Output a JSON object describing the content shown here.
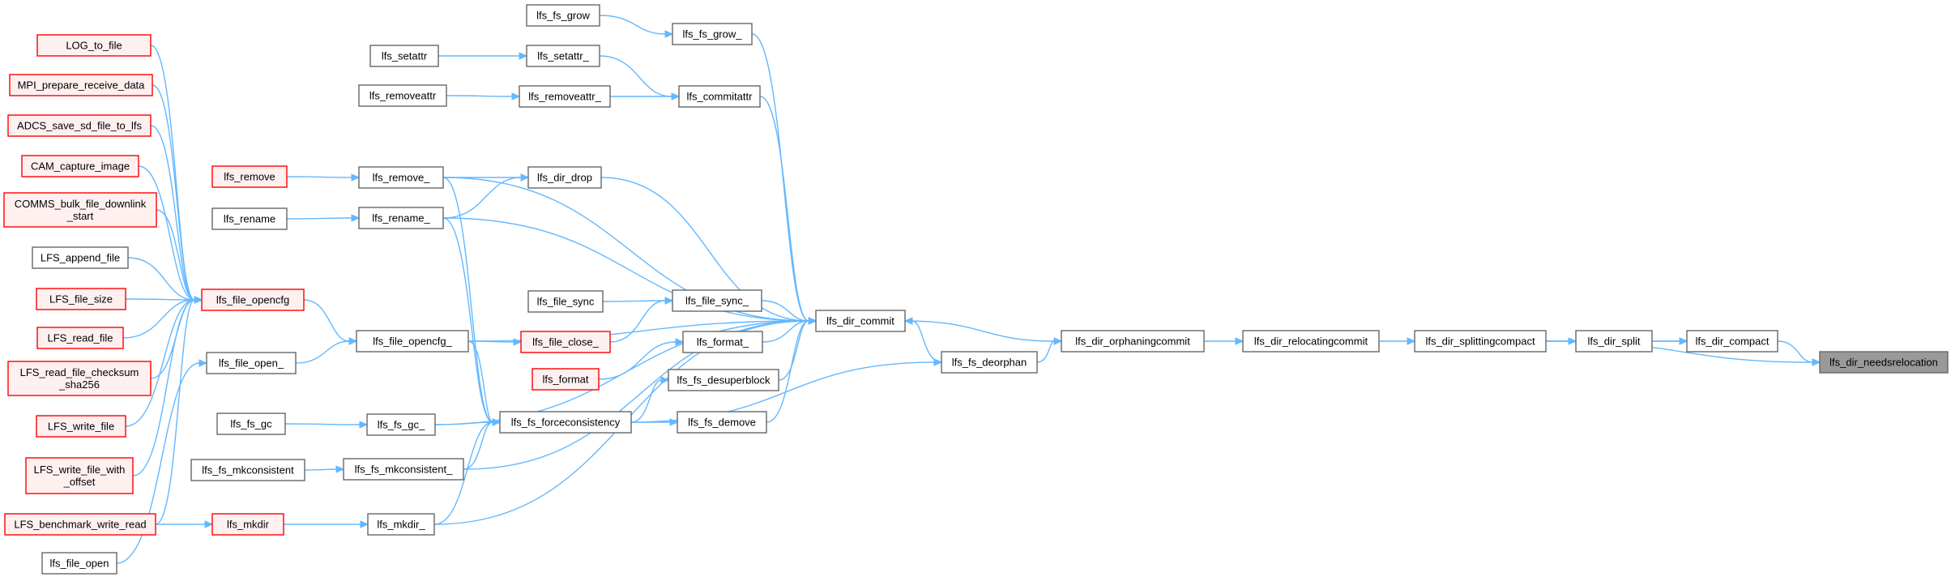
{
  "colors": {
    "edge": "#63b8ff",
    "node_border": "#666666",
    "red_border": "#ff0000",
    "red_fill": "#fff0f0",
    "root_fill": "#999999"
  },
  "nodes": {
    "log_to_file": {
      "label": [
        "LOG_to_file"
      ],
      "style": "red"
    },
    "mpi_prepare": {
      "label": [
        "MPI_prepare_receive_data"
      ],
      "style": "red"
    },
    "adcs_save": {
      "label": [
        "ADCS_save_sd_file_to_lfs"
      ],
      "style": "red"
    },
    "cam_capture": {
      "label": [
        "CAM_capture_image"
      ],
      "style": "red"
    },
    "comms_bulk": {
      "label": [
        "COMMS_bulk_file_downlink",
        "_start"
      ],
      "style": "red"
    },
    "lfs_append_file": {
      "label": [
        "LFS_append_file"
      ],
      "style": "normal"
    },
    "lfs_file_size": {
      "label": [
        "LFS_file_size"
      ],
      "style": "red"
    },
    "lfs_read_file": {
      "label": [
        "LFS_read_file"
      ],
      "style": "red"
    },
    "lfs_read_checksum": {
      "label": [
        "LFS_read_file_checksum",
        "_sha256"
      ],
      "style": "red"
    },
    "lfs_write_file": {
      "label": [
        "LFS_write_file"
      ],
      "style": "red"
    },
    "lfs_write_offset": {
      "label": [
        "LFS_write_file_with",
        "_offset"
      ],
      "style": "red"
    },
    "lfs_benchmark": {
      "label": [
        "LFS_benchmark_write_read"
      ],
      "style": "red"
    },
    "lfs_file_open": {
      "label": [
        "lfs_file_open"
      ],
      "style": "normal"
    },
    "lfs_fs_grow": {
      "label": [
        "lfs_fs_grow"
      ],
      "style": "normal"
    },
    "lfs_setattr": {
      "label": [
        "lfs_setattr"
      ],
      "style": "normal"
    },
    "lfs_removeattr": {
      "label": [
        "lfs_removeattr"
      ],
      "style": "normal"
    },
    "lfs_remove": {
      "label": [
        "lfs_remove"
      ],
      "style": "red"
    },
    "lfs_rename": {
      "label": [
        "lfs_rename"
      ],
      "style": "normal"
    },
    "lfs_file_opencfg": {
      "label": [
        "lfs_file_opencfg"
      ],
      "style": "red"
    },
    "lfs_file_open_": {
      "label": [
        "lfs_file_open_"
      ],
      "style": "normal"
    },
    "lfs_fs_gc": {
      "label": [
        "lfs_fs_gc"
      ],
      "style": "normal"
    },
    "lfs_fs_mkconsistent": {
      "label": [
        "lfs_fs_mkconsistent"
      ],
      "style": "normal"
    },
    "lfs_mkdir": {
      "label": [
        "lfs_mkdir"
      ],
      "style": "red"
    },
    "lfs_remove_": {
      "label": [
        "lfs_remove_"
      ],
      "style": "normal"
    },
    "lfs_rename_": {
      "label": [
        "lfs_rename_"
      ],
      "style": "normal"
    },
    "lfs_file_opencfg_": {
      "label": [
        "lfs_file_opencfg_"
      ],
      "style": "normal"
    },
    "lfs_fs_gc_": {
      "label": [
        "lfs_fs_gc_"
      ],
      "style": "normal"
    },
    "lfs_fs_mkconsistent_": {
      "label": [
        "lfs_fs_mkconsistent_"
      ],
      "style": "normal"
    },
    "lfs_mkdir_": {
      "label": [
        "lfs_mkdir_"
      ],
      "style": "normal"
    },
    "lfs_setattr_": {
      "label": [
        "lfs_setattr_"
      ],
      "style": "normal"
    },
    "lfs_removeattr_": {
      "label": [
        "lfs_removeattr_"
      ],
      "style": "normal"
    },
    "lfs_dir_drop": {
      "label": [
        "lfs_dir_drop"
      ],
      "style": "normal"
    },
    "lfs_file_sync": {
      "label": [
        "lfs_file_sync"
      ],
      "style": "normal"
    },
    "lfs_file_close_": {
      "label": [
        "lfs_file_close_"
      ],
      "style": "red"
    },
    "lfs_format": {
      "label": [
        "lfs_format"
      ],
      "style": "red"
    },
    "lfs_fs_forceconsistency": {
      "label": [
        "lfs_fs_forceconsistency"
      ],
      "style": "normal"
    },
    "lfs_fs_grow_": {
      "label": [
        "lfs_fs_grow_"
      ],
      "style": "normal"
    },
    "lfs_commitattr": {
      "label": [
        "lfs_commitattr"
      ],
      "style": "normal"
    },
    "lfs_file_sync_": {
      "label": [
        "lfs_file_sync_"
      ],
      "style": "normal"
    },
    "lfs_format_": {
      "label": [
        "lfs_format_"
      ],
      "style": "normal"
    },
    "lfs_fs_desuperblock": {
      "label": [
        "lfs_fs_desuperblock"
      ],
      "style": "normal"
    },
    "lfs_fs_demove": {
      "label": [
        "lfs_fs_demove"
      ],
      "style": "normal"
    },
    "lfs_dir_commit": {
      "label": [
        "lfs_dir_commit"
      ],
      "style": "normal"
    },
    "lfs_fs_deorphan": {
      "label": [
        "lfs_fs_deorphan"
      ],
      "style": "normal"
    },
    "lfs_dir_orphaningcommit": {
      "label": [
        "lfs_dir_orphaningcommit"
      ],
      "style": "normal"
    },
    "lfs_dir_relocatingcommit": {
      "label": [
        "lfs_dir_relocatingcommit"
      ],
      "style": "normal"
    },
    "lfs_dir_splittingcompact": {
      "label": [
        "lfs_dir_splittingcompact"
      ],
      "style": "normal"
    },
    "lfs_dir_split": {
      "label": [
        "lfs_dir_split"
      ],
      "style": "normal"
    },
    "lfs_dir_compact": {
      "label": [
        "lfs_dir_compact"
      ],
      "style": "normal"
    },
    "lfs_dir_needsrelocation": {
      "label": [
        "lfs_dir_needsrelocation"
      ],
      "style": "root"
    }
  },
  "edges": [
    [
      "log_to_file",
      "lfs_file_opencfg"
    ],
    [
      "mpi_prepare",
      "lfs_file_opencfg"
    ],
    [
      "adcs_save",
      "lfs_file_opencfg"
    ],
    [
      "cam_capture",
      "lfs_file_opencfg"
    ],
    [
      "comms_bulk",
      "lfs_file_opencfg"
    ],
    [
      "lfs_append_file",
      "lfs_file_opencfg"
    ],
    [
      "lfs_file_size",
      "lfs_file_opencfg"
    ],
    [
      "lfs_read_file",
      "lfs_file_opencfg"
    ],
    [
      "lfs_read_checksum",
      "lfs_file_opencfg"
    ],
    [
      "lfs_write_file",
      "lfs_file_opencfg"
    ],
    [
      "lfs_write_offset",
      "lfs_file_opencfg"
    ],
    [
      "lfs_benchmark",
      "lfs_file_opencfg"
    ],
    [
      "lfs_benchmark",
      "lfs_mkdir"
    ],
    [
      "lfs_file_open",
      "lfs_file_open_"
    ],
    [
      "lfs_file_open_",
      "lfs_file_opencfg_"
    ],
    [
      "lfs_file_opencfg",
      "lfs_file_opencfg_"
    ],
    [
      "lfs_fs_grow",
      "lfs_fs_grow_"
    ],
    [
      "lfs_setattr",
      "lfs_setattr_"
    ],
    [
      "lfs_removeattr",
      "lfs_removeattr_"
    ],
    [
      "lfs_setattr_",
      "lfs_commitattr"
    ],
    [
      "lfs_removeattr_",
      "lfs_commitattr"
    ],
    [
      "lfs_remove",
      "lfs_remove_"
    ],
    [
      "lfs_rename",
      "lfs_rename_"
    ],
    [
      "lfs_remove_",
      "lfs_dir_drop"
    ],
    [
      "lfs_rename_",
      "lfs_dir_drop"
    ],
    [
      "lfs_fs_gc",
      "lfs_fs_gc_"
    ],
    [
      "lfs_fs_mkconsistent",
      "lfs_fs_mkconsistent_"
    ],
    [
      "lfs_mkdir",
      "lfs_mkdir_"
    ],
    [
      "lfs_file_sync",
      "lfs_file_sync_"
    ],
    [
      "lfs_file_opencfg_",
      "lfs_file_close_"
    ],
    [
      "lfs_file_close_",
      "lfs_file_sync_"
    ],
    [
      "lfs_format",
      "lfs_format_"
    ],
    [
      "lfs_remove_",
      "lfs_fs_forceconsistency"
    ],
    [
      "lfs_rename_",
      "lfs_fs_forceconsistency"
    ],
    [
      "lfs_file_opencfg_",
      "lfs_fs_forceconsistency"
    ],
    [
      "lfs_fs_gc_",
      "lfs_fs_forceconsistency"
    ],
    [
      "lfs_fs_mkconsistent_",
      "lfs_fs_forceconsistency"
    ],
    [
      "lfs_mkdir_",
      "lfs_fs_forceconsistency"
    ],
    [
      "lfs_fs_forceconsistency",
      "lfs_fs_desuperblock"
    ],
    [
      "lfs_fs_forceconsistency",
      "lfs_fs_demove"
    ],
    [
      "lfs_fs_forceconsistency",
      "lfs_fs_deorphan"
    ],
    [
      "lfs_fs_grow_",
      "lfs_dir_commit"
    ],
    [
      "lfs_commitattr",
      "lfs_dir_commit"
    ],
    [
      "lfs_remove_",
      "lfs_dir_commit"
    ],
    [
      "lfs_dir_drop",
      "lfs_dir_commit"
    ],
    [
      "lfs_rename_",
      "lfs_dir_commit"
    ],
    [
      "lfs_file_opencfg_",
      "lfs_dir_commit"
    ],
    [
      "lfs_file_sync_",
      "lfs_dir_commit"
    ],
    [
      "lfs_format_",
      "lfs_dir_commit"
    ],
    [
      "lfs_fs_desuperblock",
      "lfs_dir_commit"
    ],
    [
      "lfs_fs_demove",
      "lfs_dir_commit"
    ],
    [
      "lfs_fs_gc_",
      "lfs_dir_commit"
    ],
    [
      "lfs_fs_mkconsistent_",
      "lfs_dir_commit"
    ],
    [
      "lfs_mkdir_",
      "lfs_dir_commit"
    ],
    [
      "lfs_dir_commit",
      "lfs_dir_orphaningcommit"
    ],
    [
      "lfs_fs_deorphan",
      "lfs_dir_commit"
    ],
    [
      "lfs_fs_deorphan",
      "lfs_dir_orphaningcommit"
    ],
    [
      "lfs_dir_orphaningcommit",
      "lfs_dir_relocatingcommit"
    ],
    [
      "lfs_dir_relocatingcommit",
      "lfs_dir_splittingcompact"
    ],
    [
      "lfs_dir_splittingcompact",
      "lfs_dir_split"
    ],
    [
      "lfs_dir_split",
      "lfs_dir_compact"
    ],
    [
      "lfs_dir_splittingcompact",
      "lfs_dir_compact"
    ],
    [
      "lfs_dir_compact",
      "lfs_dir_needsrelocation"
    ],
    [
      "lfs_dir_splittingcompact",
      "lfs_dir_needsrelocation"
    ]
  ]
}
